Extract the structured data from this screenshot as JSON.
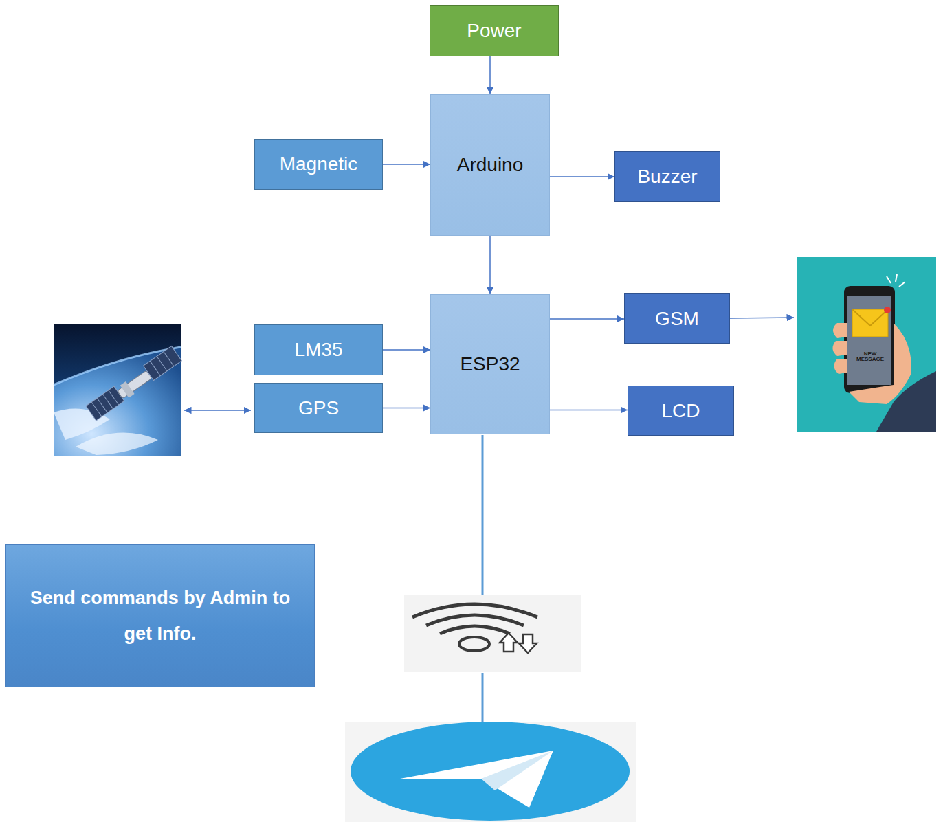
{
  "diagram": {
    "nodes": [
      {
        "text": [
          "Power"
        ]
      },
      {
        "text": [
          "Magnetic"
        ]
      },
      {
        "text": [
          "Arduino"
        ]
      },
      {
        "text": [
          "Buzzer"
        ]
      },
      {
        "text": [
          "LM35"
        ]
      },
      {
        "text": [
          "GPS"
        ]
      },
      {
        "text": [
          "ESP32"
        ]
      },
      {
        "text": [
          "GSM"
        ]
      },
      {
        "text": [
          "LCD"
        ]
      },
      {
        "text": [
          "Send commands by Admin to get Info."
        ]
      }
    ],
    "edges": [
      {
        "from": 0,
        "to": 2,
        "arrow": "to"
      },
      {
        "from": 1,
        "to": 2,
        "arrow": "to"
      },
      {
        "from": 2,
        "to": 3,
        "arrow": "to"
      },
      {
        "from": 2,
        "to": 6,
        "arrow": "to"
      },
      {
        "from": 4,
        "to": 6,
        "arrow": "to"
      },
      {
        "from": 5,
        "to": 6,
        "arrow": "to"
      },
      {
        "from": 6,
        "to": 7,
        "arrow": "to"
      },
      {
        "from": 6,
        "to": 8,
        "arrow": "to"
      }
    ],
    "labels": [
      "NEW MESSAGE"
    ]
  }
}
